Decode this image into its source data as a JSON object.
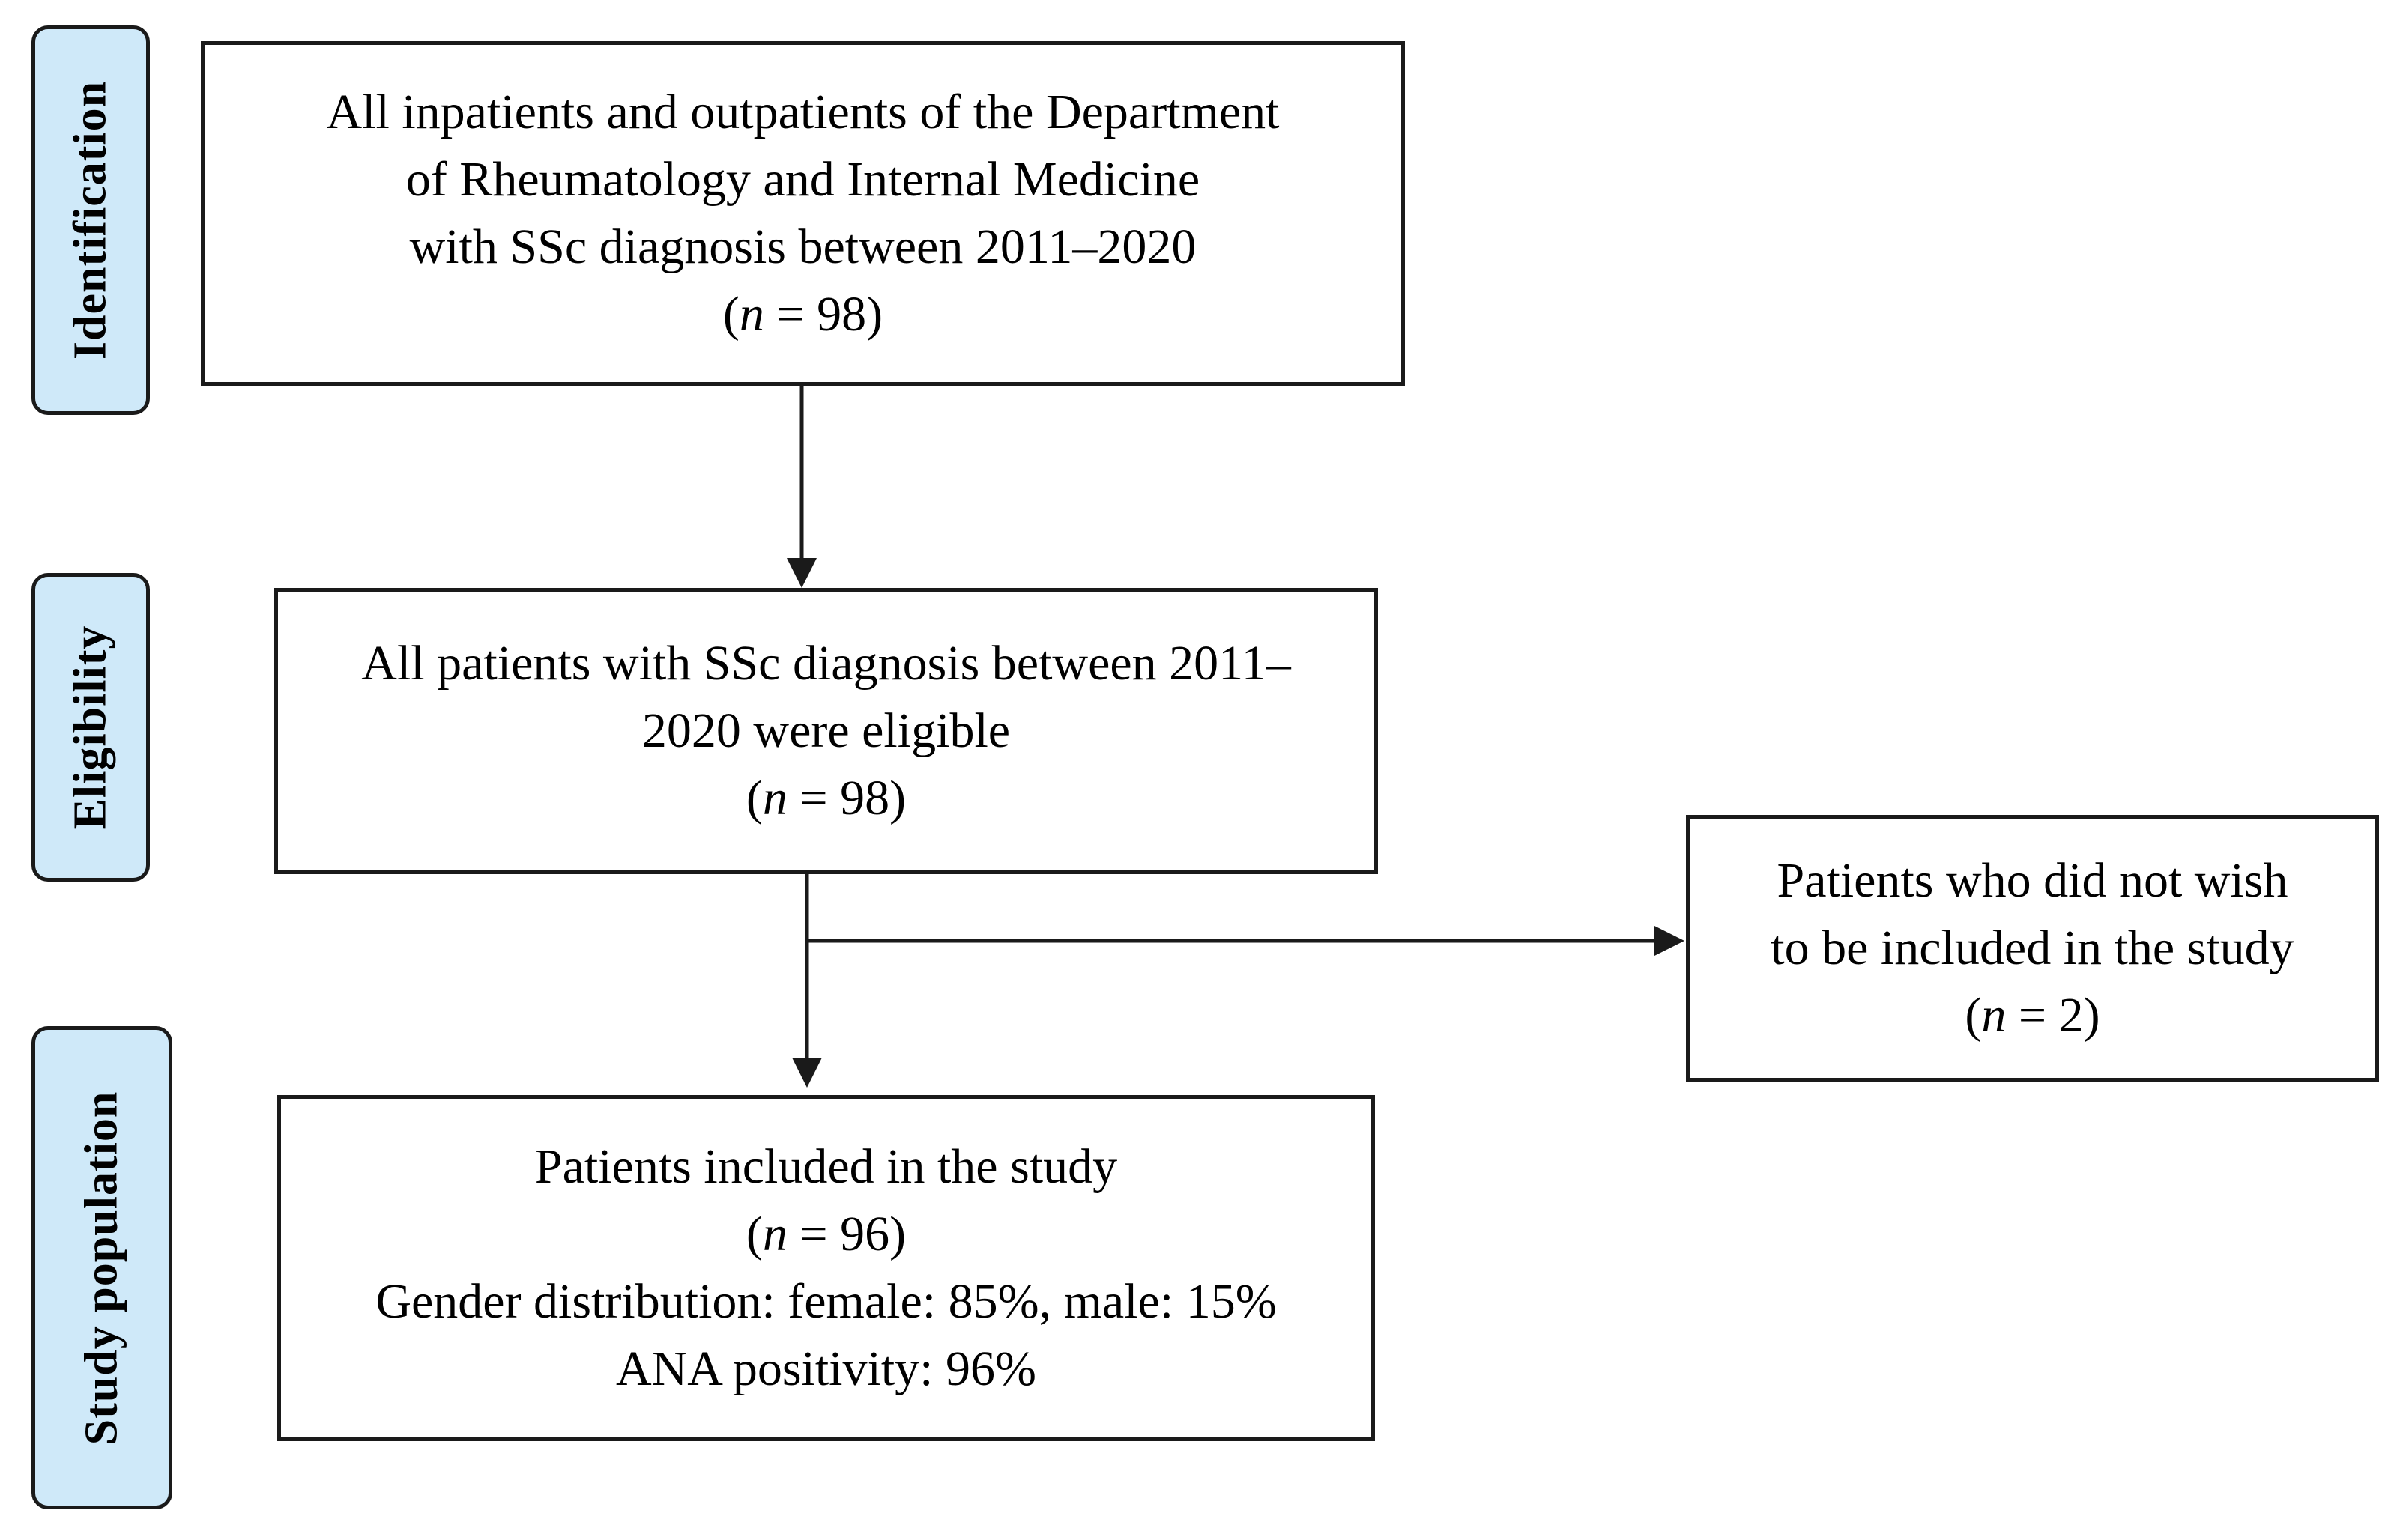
{
  "stages": {
    "identification": "Identification",
    "eligibility": "Eligibility",
    "study_population": "Study population"
  },
  "boxes": {
    "identification": {
      "lines": [
        "All inpatients and outpatients of the Department",
        "of Rheumatology and Internal Medicine",
        "with SSc diagnosis between 2011–2020"
      ],
      "n_var": "n",
      "n_value": " = 98)"
    },
    "eligibility": {
      "lines": [
        "All patients with SSc diagnosis between 2011–",
        "2020 were eligible"
      ],
      "n_var": "n",
      "n_value": " = 98)"
    },
    "excluded": {
      "lines": [
        "Patients who did not wish",
        "to be included in the study"
      ],
      "n_var": "n",
      "n_value": " = 2)"
    },
    "included": {
      "lines": [
        "Patients included in the study"
      ],
      "n_var": "n",
      "n_value": " = 96)",
      "extra_lines": [
        "Gender distribution: female: 85%, male: 15%",
        "ANA positivity: 96%"
      ]
    }
  },
  "n_open": "(",
  "colors": {
    "stage_fill": "#cfe9f9",
    "stroke": "#1a1a1a"
  }
}
